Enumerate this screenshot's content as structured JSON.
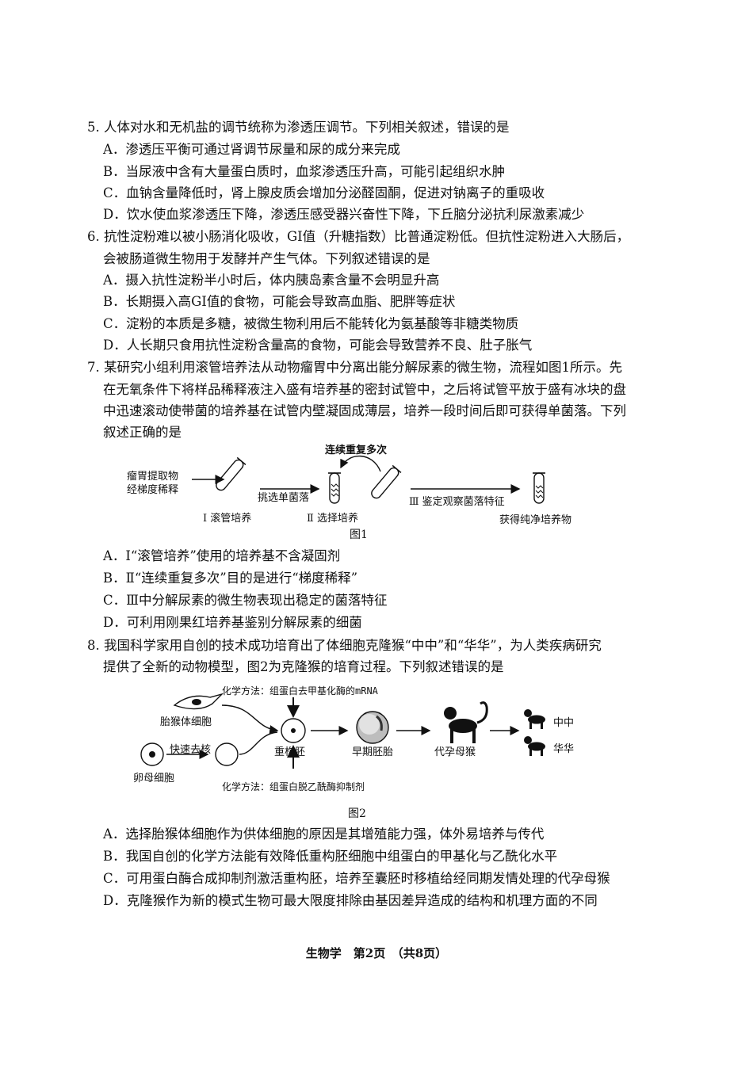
{
  "q5": {
    "stem": "5. 人体对水和无机盐的调节统称为渗透压调节。下列相关叙述，错误的是",
    "options": [
      "A．渗透压平衡可通过肾调节尿量和尿的成分来完成",
      "B．当尿液中含有大量蛋白质时，血浆渗透压升高，可能引起组织水肿",
      "C．血钠含量降低时，肾上腺皮质会增加分泌醛固酮，促进对钠离子的重吸收",
      "D．饮水使血浆渗透压下降，渗透压感受器兴奋性下降，下丘脑分泌抗利尿激素减少"
    ]
  },
  "q6": {
    "stem_lines": [
      "6. 抗性淀粉难以被小肠消化吸收，GI值（升糖指数）比普通淀粉低。但抗性淀粉进入大肠后，",
      "会被肠道微生物用于发酵并产生气体。下列叙述错误的是"
    ],
    "options": [
      "A．摄入抗性淀粉半小时后，体内胰岛素含量不会明显升高",
      "B．长期摄入高GI值的食物，可能会导致高血脂、肥胖等症状",
      "C．淀粉的本质是多糖，被微生物利用后不能转化为氨基酸等非糖类物质",
      "D．人长期只食用抗性淀粉含量高的食物，可能会导致营养不良、肚子胀气"
    ]
  },
  "q7": {
    "stem_lines": [
      "7. 某研究小组利用滚管培养法从动物瘤胃中分离出能分解尿素的微生物，流程如图1所示。先",
      "在无氧条件下将样品稀释液注入盛有培养基的密封试管中，之后将试管平放于盛有冰块的盘",
      "中迅速滚动使带菌的培养基在试管内壁凝固成薄层，培养一段时间后即可获得单菌落。下列",
      "叙述正确的是"
    ],
    "figure": {
      "source_line1": "瘤胃提取物",
      "source_line2": "经梯度稀释",
      "repeat": "连续重复多次",
      "pick": "挑选单菌落",
      "step3": "Ⅲ 鉴定观察菌落特征",
      "step1": "Ⅰ 滚管培养",
      "step2": "Ⅱ 选择培养",
      "result": "获得纯净培养物",
      "caption": "图1"
    },
    "options": [
      "A．Ⅰ“滚管培养”使用的培养基不含凝固剂",
      "B．Ⅱ“连续重复多次”目的是进行“梯度稀释”",
      "C．Ⅲ中分解尿素的微生物表现出稳定的菌落特征",
      "D．可利用刚果红培养基鉴别分解尿素的细菌"
    ]
  },
  "q8": {
    "stem_lines": [
      "8. 我国科学家用自创的技术成功培育出了体细胞克隆猴“中中”和“华华”，为人类疾病研究",
      "提供了全新的动物模型，图2为克隆猴的培育过程。下列叙述错误的是"
    ],
    "figure": {
      "chem_top": "化学方法：组蛋白去甲基化酶的mRNA",
      "somatic": "胎猴体细胞",
      "enucleate": "快速去核",
      "oocyte": "卵母细胞",
      "embryo": "重构胚",
      "early": "早期胚胎",
      "surrogate": "代孕母猴",
      "name1": "中中",
      "name2": "华华",
      "chem_bottom": "化学方法：组蛋白脱乙酰酶抑制剂",
      "caption": "图2"
    },
    "options": [
      "A．选择胎猴体细胞作为供体细胞的原因是其增殖能力强，体外易培养与传代",
      "B．我国自创的化学方法能有效降低重构胚细胞中组蛋白的甲基化与乙酰化水平",
      "C．可用蛋白酶合成抑制剂激活重构胚，培养至囊胚时移植给经同期发情处理的代孕母猴",
      "D．克隆猴作为新的模式生物可最大限度排除由基因差异造成的结构和机理方面的不同"
    ]
  },
  "footer": "生物学　第2页　（共8页）"
}
